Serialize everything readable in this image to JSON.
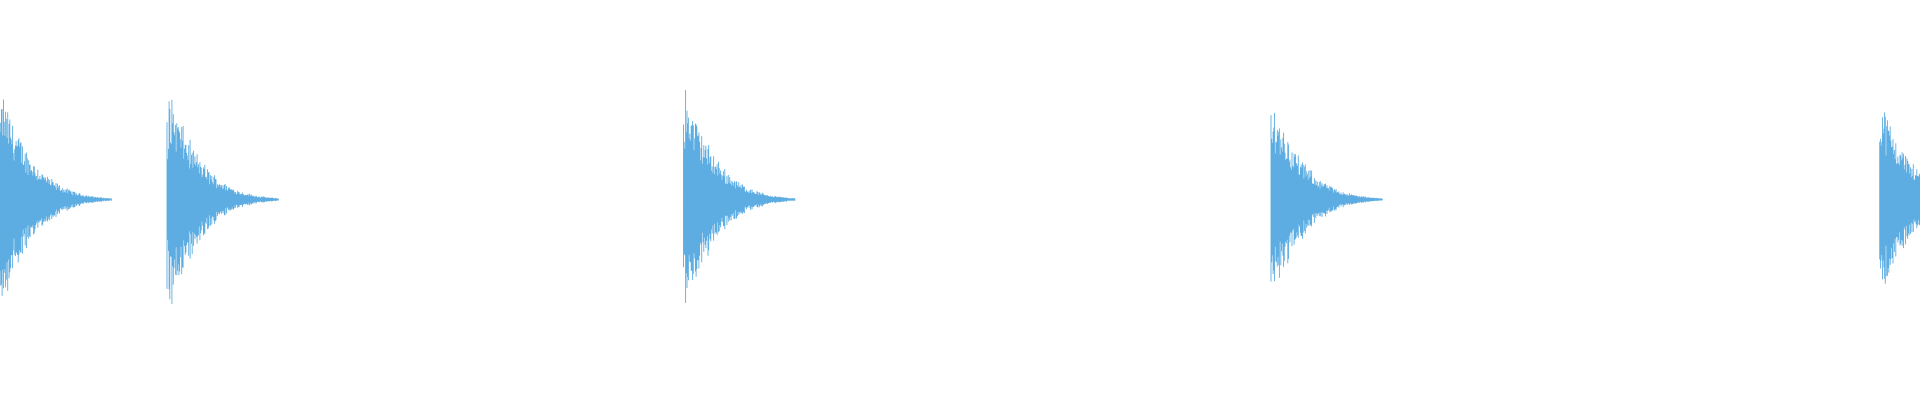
{
  "waveform": {
    "color": "#5DADE2",
    "background": "#FFFFFF",
    "bursts": [
      {
        "onset": 0.0,
        "amplitude": 0.97,
        "decay": 0.058
      },
      {
        "onset": 0.087,
        "amplitude": 1.0,
        "decay": 0.058
      },
      {
        "onset": 0.356,
        "amplitude": 1.0,
        "decay": 0.058
      },
      {
        "onset": 0.662,
        "amplitude": 0.89,
        "decay": 0.058
      },
      {
        "onset": 0.979,
        "amplitude": 0.89,
        "decay": 0.058
      }
    ]
  }
}
